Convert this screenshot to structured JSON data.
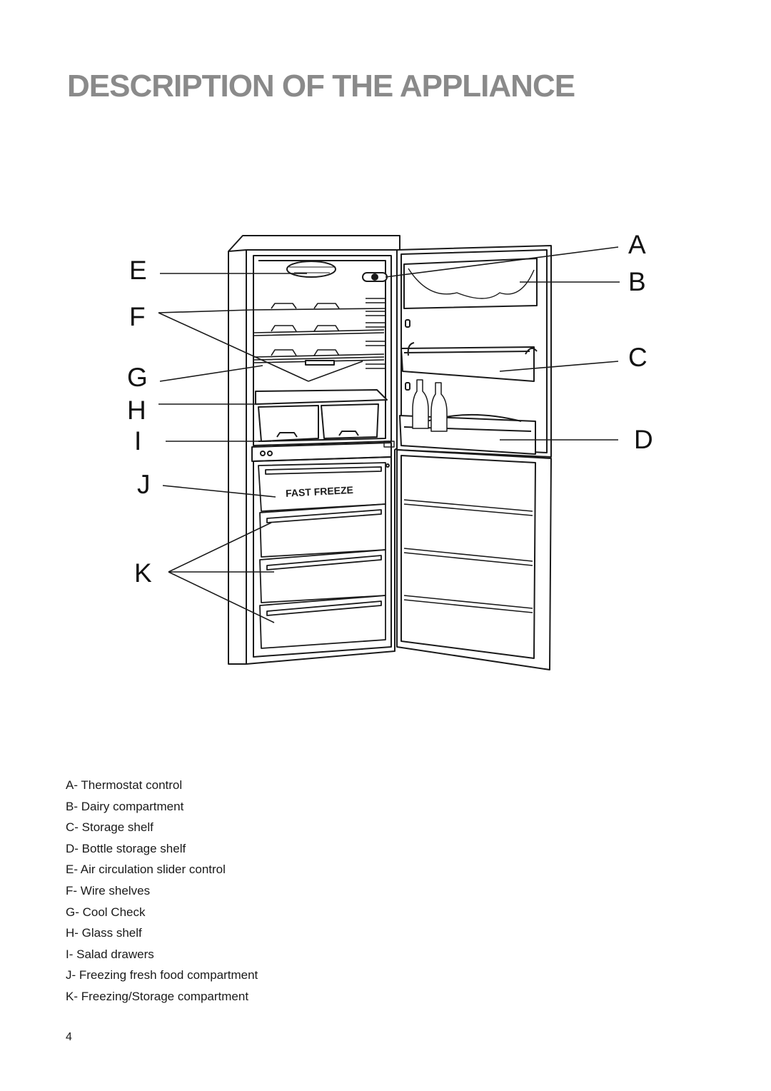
{
  "page": {
    "title": "DESCRIPTION OF THE APPLIANCE",
    "page_number": "4"
  },
  "diagram": {
    "callouts": [
      "A",
      "B",
      "C",
      "D",
      "E",
      "F",
      "G",
      "H",
      "I",
      "J",
      "K"
    ],
    "drawer_label": "FAST FREEZE"
  },
  "legend": [
    "A- Thermostat control",
    "B- Dairy compartment",
    "C- Storage shelf",
    "D- Bottle storage shelf",
    "E- Air circulation slider control",
    "F- Wire shelves",
    "G- Cool Check",
    "H- Glass shelf",
    "I- Salad drawers",
    "J- Freezing fresh food compartment",
    "K- Freezing/Storage compartment"
  ]
}
